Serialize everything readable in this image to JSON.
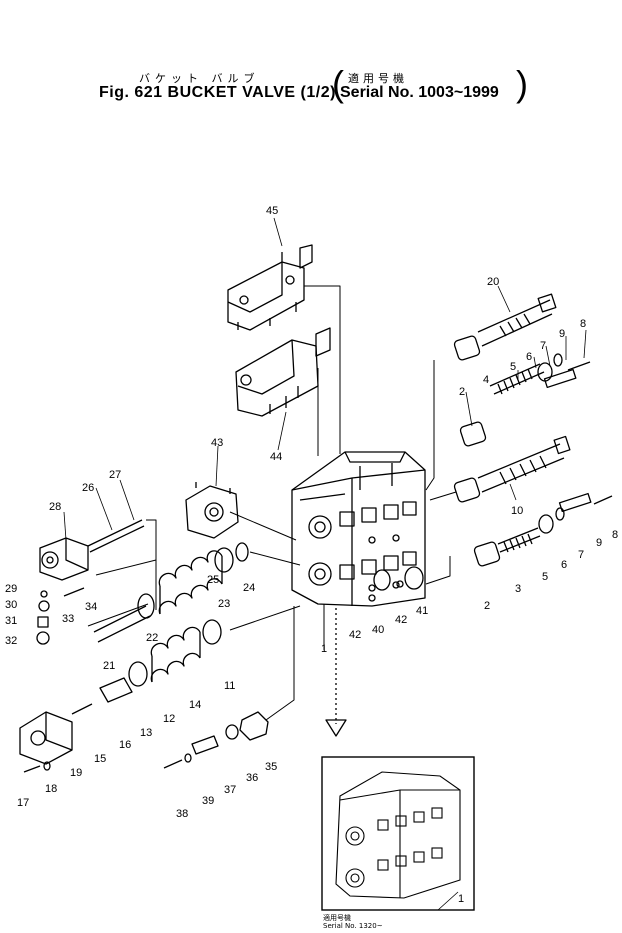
{
  "header": {
    "title_jp": "バケット バルブ",
    "title": "Fig. 621 BUCKET VALVE (1/2)",
    "serial_jp": "適用号機",
    "serial": "Serial No. 1003~1999"
  },
  "inset": {
    "note_jp": "適用号機",
    "note": "Serial No. 1320~"
  },
  "parts": {
    "p1": "1",
    "p1b": "1",
    "p2a": "2",
    "p2b": "2",
    "p3": "3",
    "p4": "4",
    "p5a": "5",
    "p5b": "5",
    "p6a": "6",
    "p6b": "6",
    "p7a": "7",
    "p7b": "7",
    "p8a": "8",
    "p8b": "8",
    "p9a": "9",
    "p9b": "9",
    "p10": "10",
    "p11": "11",
    "p12": "12",
    "p13": "13",
    "p14": "14",
    "p15": "15",
    "p16": "16",
    "p17": "17",
    "p18": "18",
    "p19": "19",
    "p20": "20",
    "p21": "21",
    "p22": "22",
    "p23": "23",
    "p24": "24",
    "p25": "25",
    "p26": "26",
    "p27": "27",
    "p28": "28",
    "p29": "29",
    "p30": "30",
    "p31": "31",
    "p32": "32",
    "p33": "33",
    "p34": "34",
    "p35": "35",
    "p36": "36",
    "p37": "37",
    "p38": "38",
    "p39": "39",
    "p40": "40",
    "p41": "41",
    "p42a": "42",
    "p42b": "42",
    "p43": "43",
    "p44": "44",
    "p45": "45"
  }
}
